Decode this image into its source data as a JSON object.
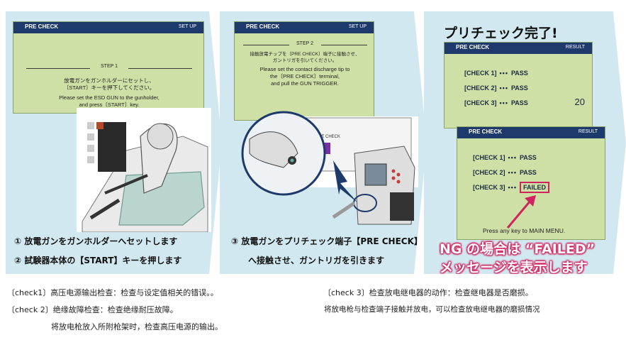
{
  "step1": {
    "header": "PRE CHECK",
    "header_right": "SET UP",
    "step_label": "STEP 1",
    "jp_line1": "放電ガンをガンホルダーにセットし、",
    "jp_line2": "〔START〕キーを押下してください。",
    "en_line1": "Please set the ESD GUN to the gunholder,",
    "en_line2": "and press〔START〕key.",
    "caption1": "① 放電ガンをガンホルダーへセットします",
    "caption2": "② 試験器本体の【START】キーを押します"
  },
  "step2": {
    "header": "PRE CHECK",
    "header_right": "SET UP",
    "step_label": "STEP 2",
    "jp_line1": "接触放電チップを〔PRE CHECK〕端子に接触させ、",
    "jp_line2": "ガントリガを引いてください。",
    "en_line1": "Please set the contact discharge tip to",
    "en_line2": "the〔PRE CHECK〕terminal,",
    "en_line3": "and pull the GUN TRIGGER.",
    "device_label": "PRE CHECK",
    "caption1": "③ 放電ガンをプリチェック端子【PRE CHECK】",
    "caption2": "へ接触させ、ガントリガを引きます"
  },
  "result": {
    "title": "プリチェック完了!",
    "pass_screen": {
      "header": "PRE CHECK",
      "header_right": "RESULT",
      "rows": [
        {
          "label": "[CHECK 1]",
          "dots": "•••",
          "status": "PASS"
        },
        {
          "label": "[CHECK 2]",
          "dots": "•••",
          "status": "PASS"
        },
        {
          "label": "[CHECK 3]",
          "dots": "•••",
          "status": "PASS"
        }
      ],
      "counter": "20"
    },
    "fail_screen": {
      "header": "PRE CHECK",
      "header_right": "RESULT",
      "rows": [
        {
          "label": "[CHECK 1]",
          "dots": "•••",
          "status": "PASS"
        },
        {
          "label": "[CHECK 2]",
          "dots": "•••",
          "status": "PASS"
        },
        {
          "label": "[CHECK 3]",
          "dots": "•••",
          "status": "FAILED"
        }
      ],
      "footer": "Press any key to MAIN MENU."
    },
    "ng_line1": "NG の場合は “FAILED”",
    "ng_line2": "メッセージを表示します"
  },
  "notes": {
    "check1": "〔check1〕高压电源输出检查：检查与设定值相关的错误。。",
    "check2": "〔check 2〕绝缘故障检查：检查绝缘耐压故障。",
    "check2_detail": "将放电枪放入所附枪架时，检查高压电源的输出。",
    "check3": "〔check 3〕检查放电继电器的动作：检查继电器是否磨损。",
    "check3_detail": "将放电枪与检查端子接触并放电，可以检查放电继电器的磨损情况"
  },
  "colors": {
    "panel_bg": "#d2e8f1",
    "lcd_bg": "#cfe0a6",
    "lcd_header": "#1e3a6d",
    "fail_highlight": "#d0245e",
    "ng_text_outline": "#d0245e"
  }
}
